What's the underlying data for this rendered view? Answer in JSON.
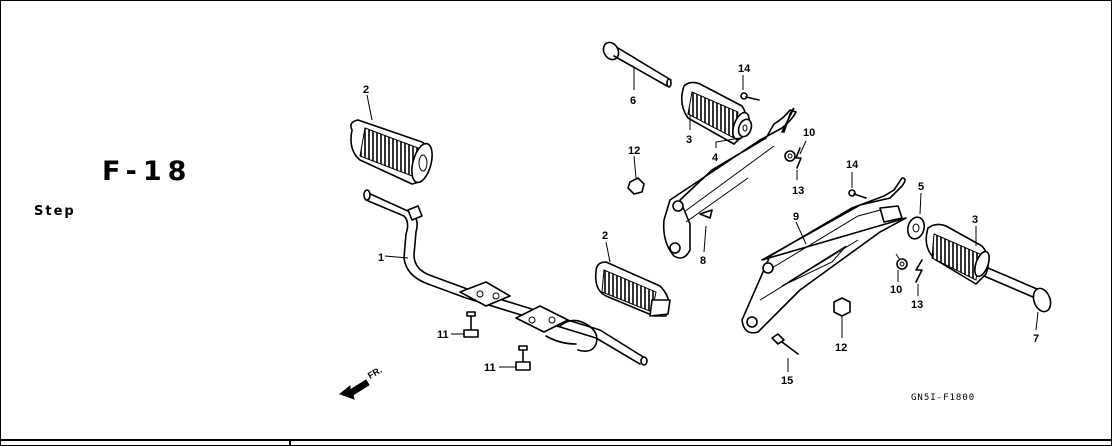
{
  "header": {
    "section_code": "F-18",
    "section_name": "Step"
  },
  "drawing_code": "GN5I-F1800",
  "direction_label": "FR.",
  "callouts": [
    {
      "id": "c2a",
      "text": "2"
    },
    {
      "id": "c1",
      "text": "1"
    },
    {
      "id": "c11a",
      "text": "11"
    },
    {
      "id": "c11b",
      "text": "11"
    },
    {
      "id": "c6",
      "text": "6"
    },
    {
      "id": "c14a",
      "text": "14"
    },
    {
      "id": "c3a",
      "text": "3"
    },
    {
      "id": "c4",
      "text": "4"
    },
    {
      "id": "c12a",
      "text": "12"
    },
    {
      "id": "c10a",
      "text": "10"
    },
    {
      "id": "c13a",
      "text": "13"
    },
    {
      "id": "c8",
      "text": "8"
    },
    {
      "id": "c2b",
      "text": "2"
    },
    {
      "id": "c14b",
      "text": "14"
    },
    {
      "id": "c5",
      "text": "5"
    },
    {
      "id": "c9",
      "text": "9"
    },
    {
      "id": "c3b",
      "text": "3"
    },
    {
      "id": "c10b",
      "text": "10"
    },
    {
      "id": "c13b",
      "text": "13"
    },
    {
      "id": "c12b",
      "text": "12"
    },
    {
      "id": "c7",
      "text": "7"
    },
    {
      "id": "c15",
      "text": "15"
    }
  ]
}
